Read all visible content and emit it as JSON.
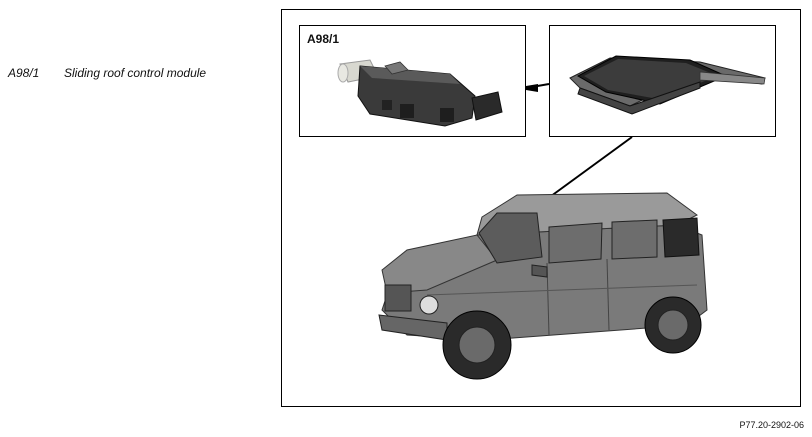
{
  "legend": [
    {
      "code": "A98/1",
      "description": "Sliding roof control module"
    }
  ],
  "figure": {
    "inset_label": "A98/1",
    "figure_id": "P77.20-2902-06"
  }
}
